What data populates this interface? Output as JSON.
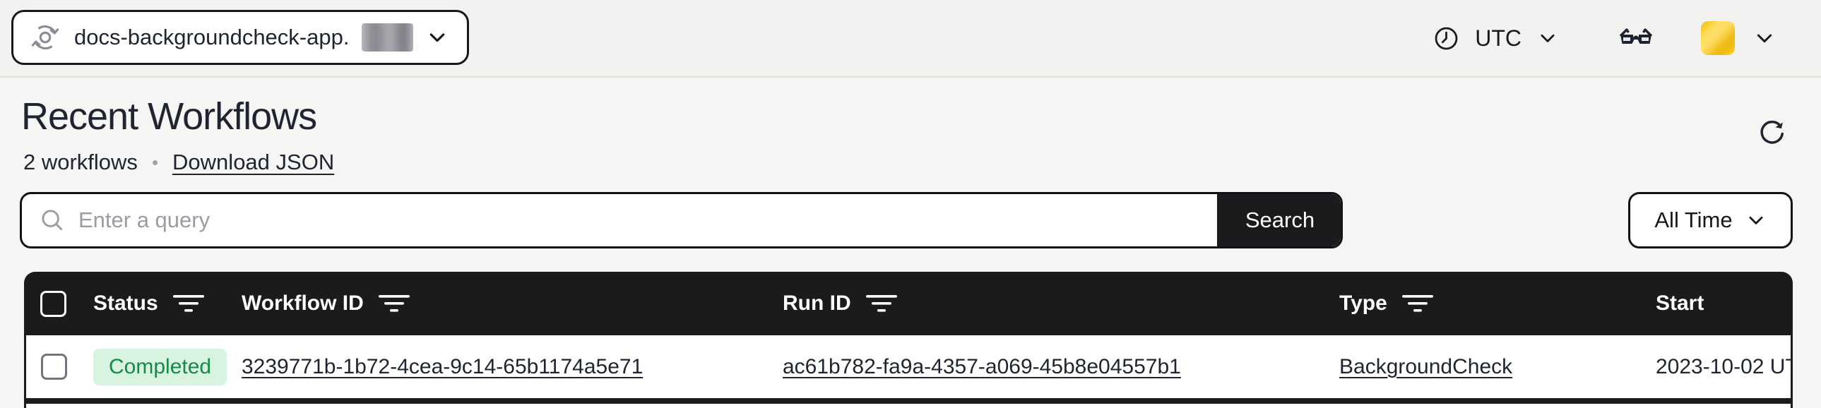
{
  "topbar": {
    "namespace": "docs-backgroundcheck-app.",
    "timezone": "UTC"
  },
  "page": {
    "title": "Recent Workflows",
    "workflow_count": "2 workflows",
    "dot": "•",
    "download_link": "Download JSON"
  },
  "search": {
    "placeholder": "Enter a query",
    "button_label": "Search",
    "time_range": "All Time"
  },
  "table": {
    "columns": [
      "Status",
      "Workflow ID",
      "Run ID",
      "Type",
      "Start"
    ],
    "rows": [
      {
        "status": "Completed",
        "workflow_id": "3239771b-1b72-4cea-9c14-65b1174a5e71",
        "run_id": "ac61b782-fa9a-4357-a069-45b8e04557b1",
        "type": "BackgroundCheck",
        "start": "2023-10-02 UT"
      }
    ]
  },
  "icons": {
    "namespace": "namespace-cycle-icon",
    "clock": "clock-icon",
    "labs": "glasses-icon",
    "refresh": "refresh-icon",
    "search": "search-icon",
    "chevron": "chevron-down-icon",
    "filter": "filter-lines-icon"
  },
  "colors": {
    "page_bg": "#f5f5f3",
    "topbar_bg": "#f2f2f0",
    "table_header_bg": "#1b1b1e",
    "search_button_bg": "#1b1b1e",
    "status_completed_bg": "#d9f3e1",
    "status_completed_text": "#178a43",
    "avatar_yellow": "#f3c117",
    "text_primary": "#1f2430"
  }
}
